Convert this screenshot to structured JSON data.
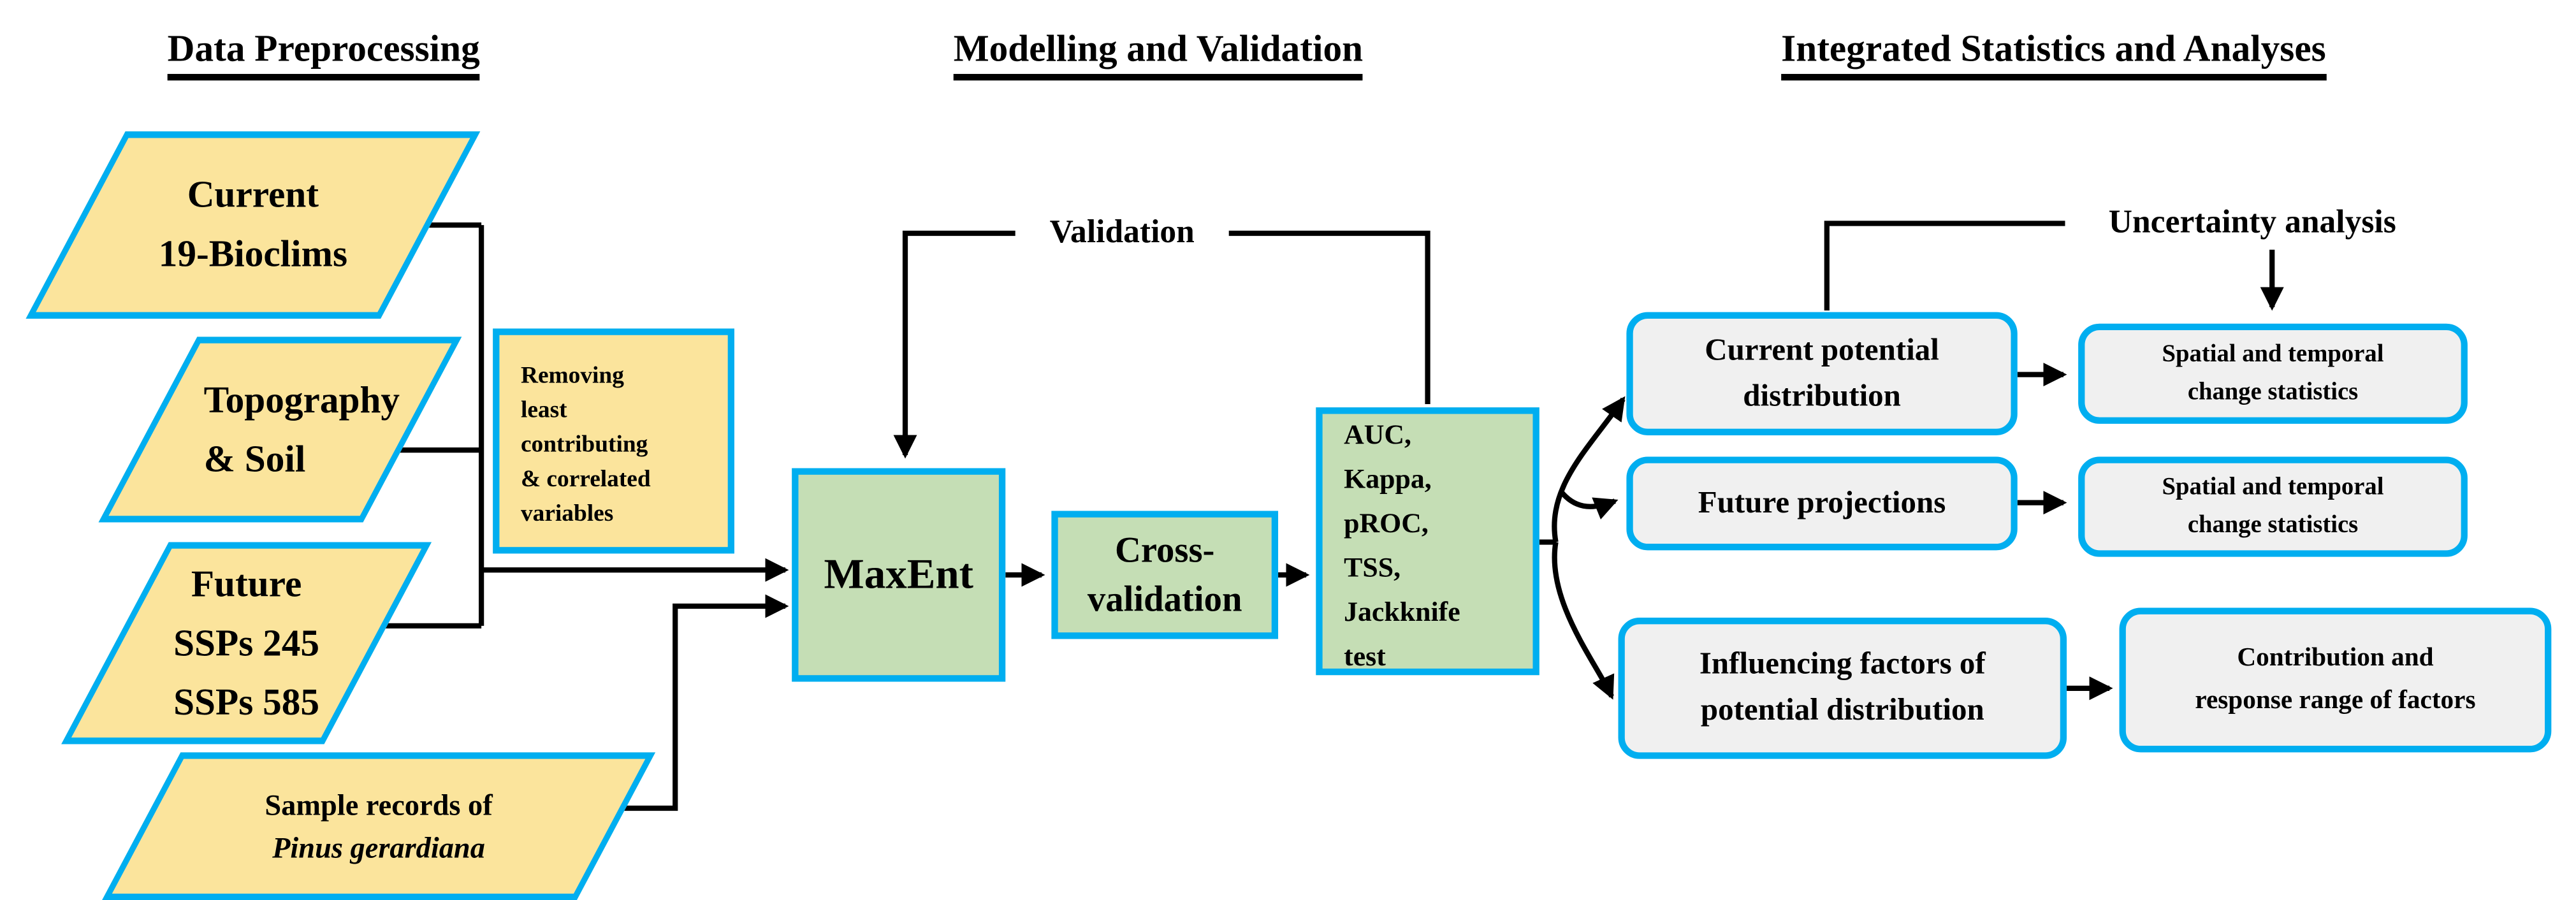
{
  "headers": {
    "data_preprocessing": "Data Preprocessing",
    "modelling_validation": "Modelling and Validation",
    "integrated_statistics": "Integrated Statistics and Analyses"
  },
  "colors": {
    "input_fill": "#FBE49C",
    "process_fill": "#C5DEB5",
    "result_fill": "#F0F0F0",
    "border_accent": "#00AEF0",
    "line_color": "#000000"
  },
  "inputs": {
    "current_bioclims": {
      "lines": [
        "Current",
        "19-Bioclims"
      ]
    },
    "topography_soil": {
      "lines": [
        "Topography",
        "& Soil"
      ]
    },
    "future_ssps": {
      "lines": [
        "Future",
        "SSPs 245",
        "SSPs 585"
      ]
    },
    "sample_records": {
      "line1": "Sample records of",
      "line2": "Pinus gerardiana"
    }
  },
  "process": {
    "removing": {
      "lines": [
        "Removing",
        "least",
        "contributing",
        "& correlated",
        "variables"
      ]
    },
    "maxent_label": "MaxEnt",
    "cross_validation": {
      "lines": [
        "Cross-",
        "validation"
      ]
    },
    "metrics": {
      "lines": [
        "AUC,",
        "Kappa,",
        "pROC,",
        "TSS,",
        "Jackknife",
        "test"
      ]
    },
    "validation_label": "Validation"
  },
  "results": {
    "uncertainty_label": "Uncertainty analysis",
    "current_potential": {
      "lines": [
        "Current potential",
        "distribution"
      ]
    },
    "spatial_temporal_1": {
      "lines": [
        "Spatial and temporal",
        "change statistics"
      ]
    },
    "future_projections": {
      "lines": [
        "Future projections"
      ]
    },
    "spatial_temporal_2": {
      "lines": [
        "Spatial and temporal",
        "change statistics"
      ]
    },
    "influencing_factors": {
      "lines": [
        "Influencing factors of",
        "potential distribution"
      ]
    },
    "contribution_response": {
      "lines": [
        "Contribution and",
        "response range of factors"
      ]
    }
  }
}
